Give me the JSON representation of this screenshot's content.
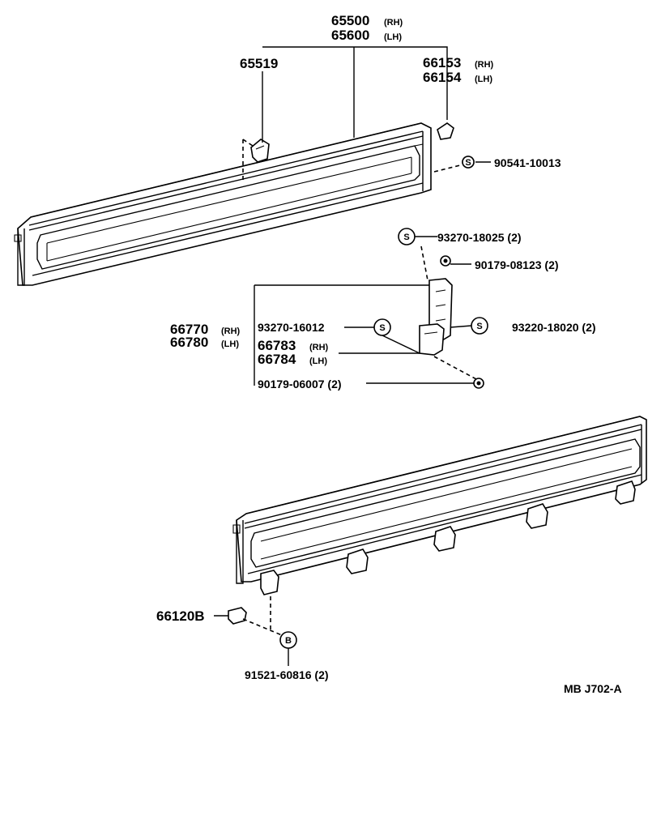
{
  "labels": {
    "p65500": {
      "num": "65500",
      "qual": "(RH)"
    },
    "p65600": {
      "num": "65600",
      "qual": "(LH)"
    },
    "p65519": {
      "num": "65519"
    },
    "p66153": {
      "num": "66153",
      "qual": "(RH)"
    },
    "p66154": {
      "num": "66154",
      "qual": "(LH)"
    },
    "p90541": {
      "num": "90541-10013",
      "symbol": "S"
    },
    "p93270a": {
      "num": "93270-18025 (2)",
      "symbol": "S"
    },
    "p90179a": {
      "num": "90179-08123 (2)"
    },
    "p66770": {
      "num": "66770",
      "qual": "(RH)"
    },
    "p66780": {
      "num": "66780",
      "qual": "(LH)"
    },
    "p93270b": {
      "num": "93270-16012",
      "symbol": "S"
    },
    "p93220": {
      "num": "93220-18020 (2)",
      "symbol": "S"
    },
    "p66783": {
      "num": "66783",
      "qual": "(RH)"
    },
    "p66784": {
      "num": "66784",
      "qual": "(LH)"
    },
    "p90179b": {
      "num": "90179-06007 (2)"
    },
    "p66120B": {
      "num": "66120B"
    },
    "p91521": {
      "num": "91521-60816 (2)",
      "symbol": "B"
    }
  },
  "reference": "MB  J702-A"
}
